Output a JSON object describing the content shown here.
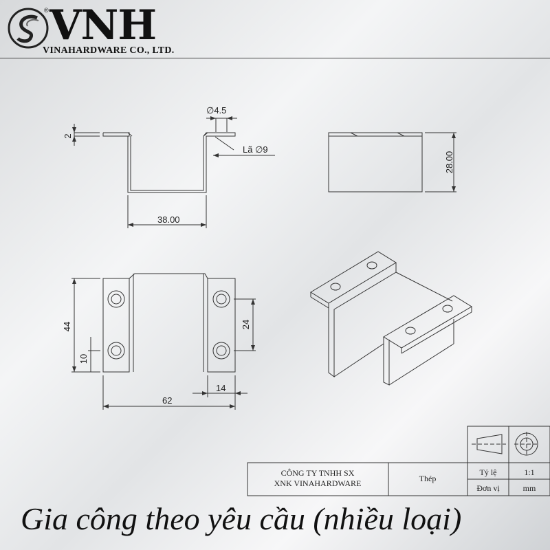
{
  "brand": {
    "name": "VNH",
    "registered": "®",
    "company": "VINAHARDWARE CO., LTD."
  },
  "dimensions": {
    "thickness": "2",
    "hole_dia": "∅4.5",
    "countersink": "Lã ∅9",
    "width_front": "38.00",
    "height_side": "28.00",
    "height_top": "44",
    "hole_spacing": "24",
    "hole_offset": "10",
    "total_width": "62",
    "flange_width": "14"
  },
  "title_block": {
    "company_line1": "CÔNG TY TNHH SX",
    "company_line2": "XNK VINAHARDWARE",
    "material": "Thép",
    "scale_label": "Tỷ lệ",
    "scale_value": "1:1",
    "unit_label": "Đơn vị",
    "unit_value": "mm"
  },
  "caption": "Gia công theo yêu cầu (nhiều loại)",
  "colors": {
    "line": "#333333",
    "text": "#111111"
  }
}
